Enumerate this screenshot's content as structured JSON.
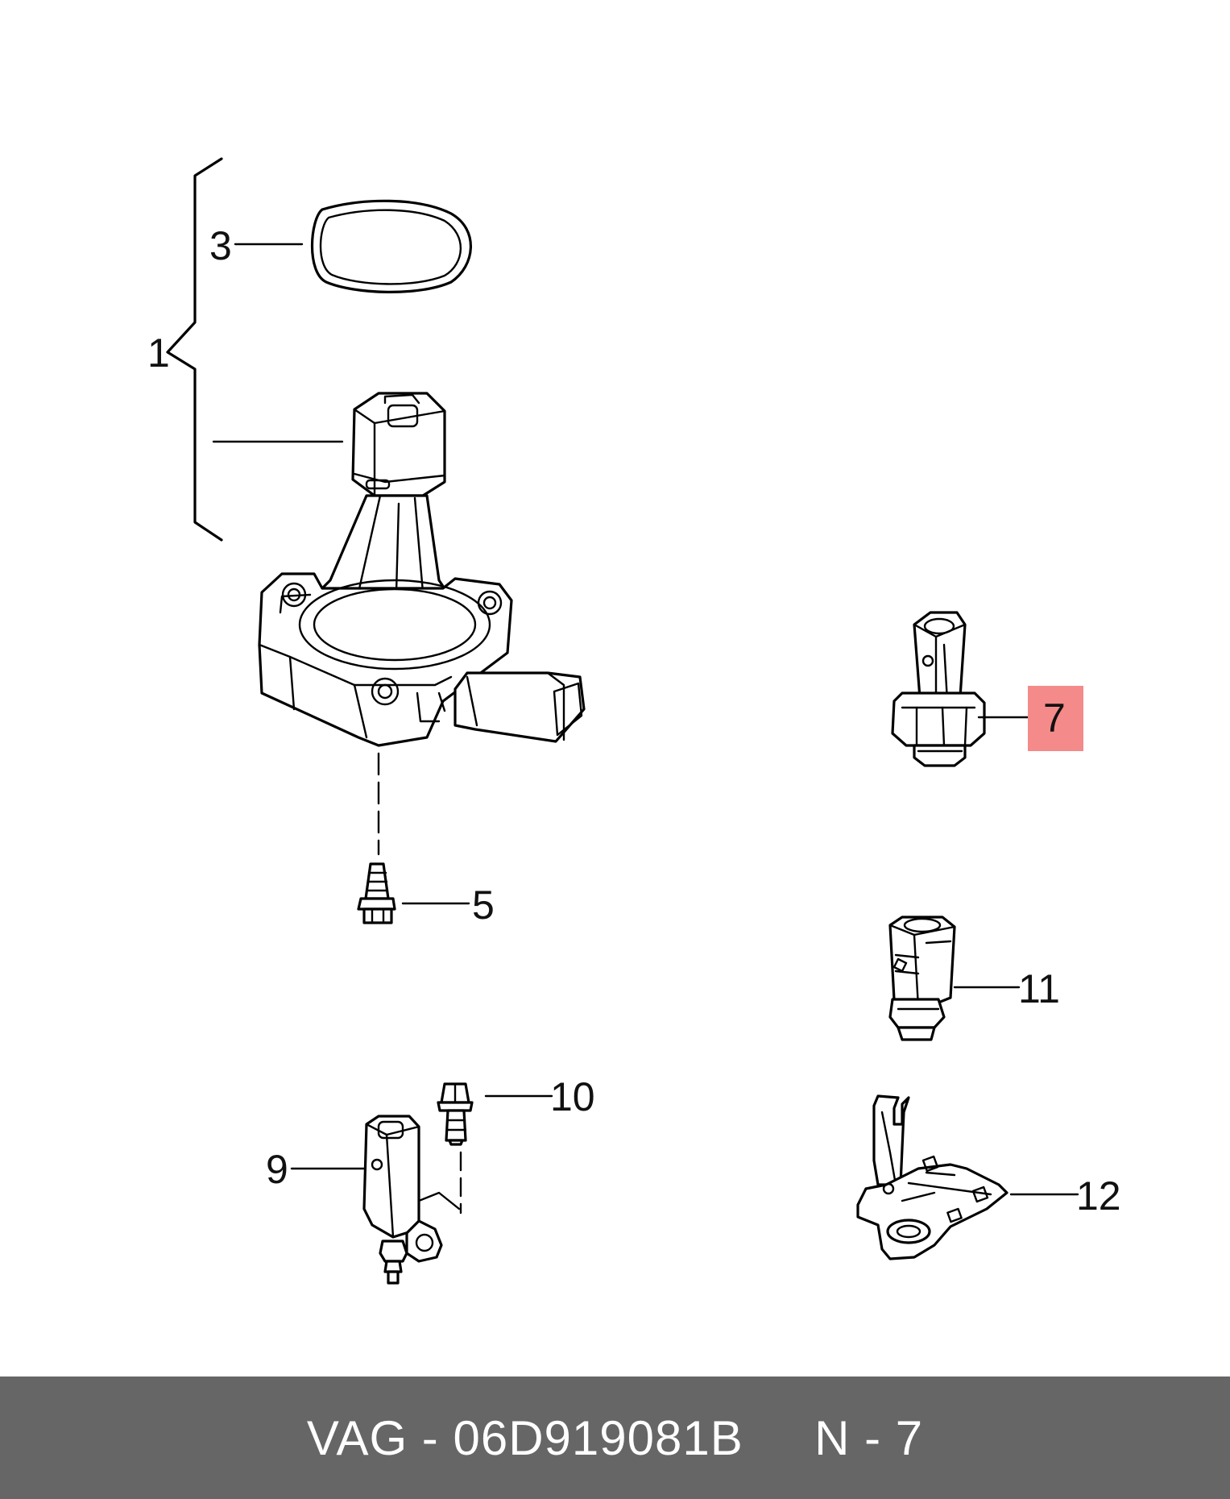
{
  "diagram": {
    "callouts": {
      "c1": "1",
      "c3": "3",
      "c5": "5",
      "c7": "7",
      "c9": "9",
      "c10": "10",
      "c11": "11",
      "c12": "12"
    },
    "highlight_color": "#f48a8a",
    "line_color": "#000000"
  },
  "footer": {
    "text": "VAG - 06D919081B     N - 7",
    "background": "#666666",
    "text_color": "#ffffff"
  }
}
